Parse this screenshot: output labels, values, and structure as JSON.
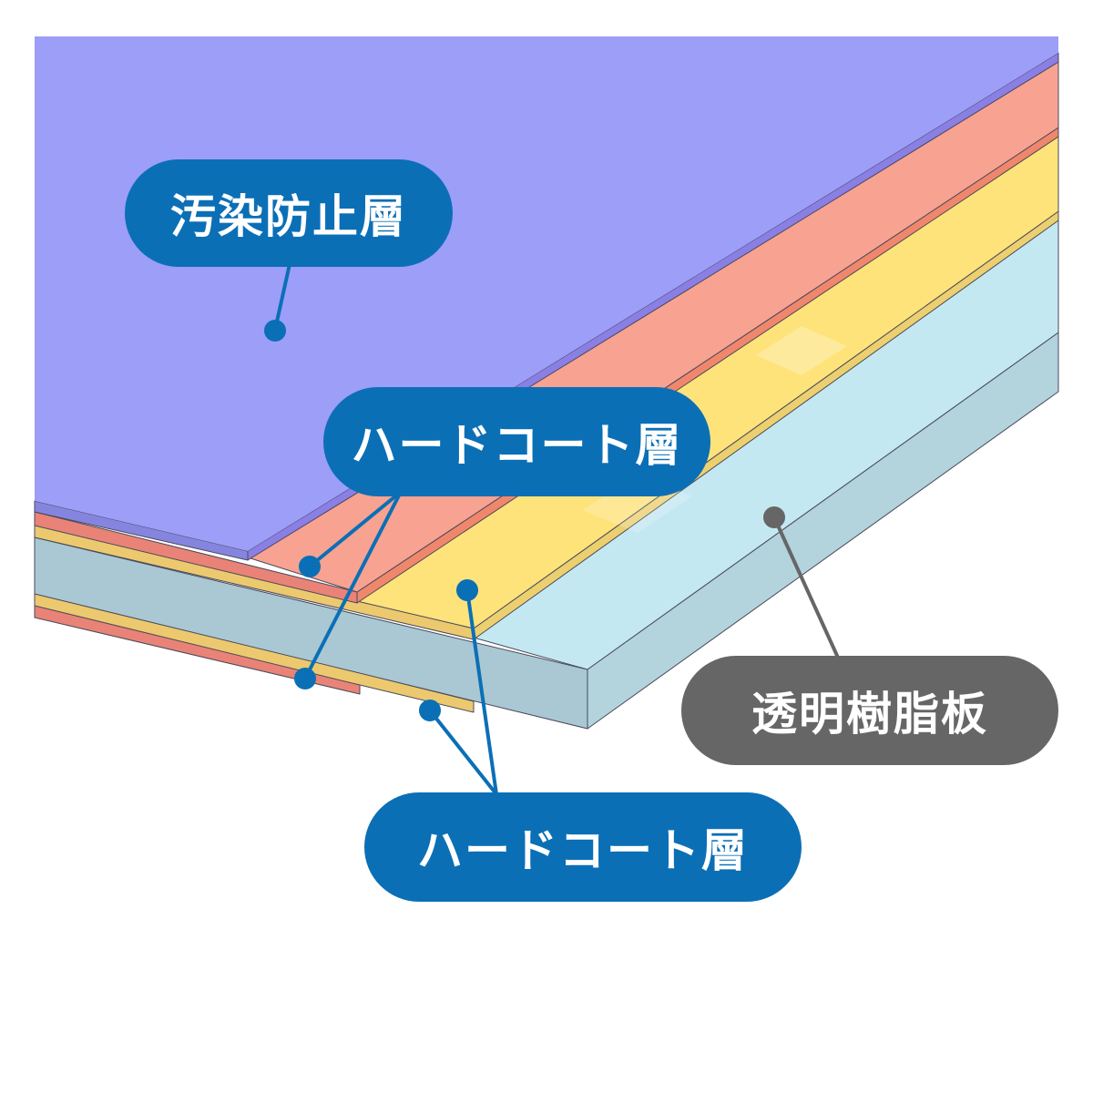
{
  "labels": {
    "antifouling": "汚染防止層",
    "hardcoat_top": "ハードコート層",
    "hardcoat_bottom": "ハードコート層",
    "resin_plate": "透明樹脂板"
  },
  "colors": {
    "antifouling": "#9a9cf6",
    "hardcoat": "#f6a090",
    "primer": "#fde27a",
    "resin": "#bfe4ef",
    "callout_blue": "#0b6fb6",
    "callout_gray": "#666666"
  }
}
